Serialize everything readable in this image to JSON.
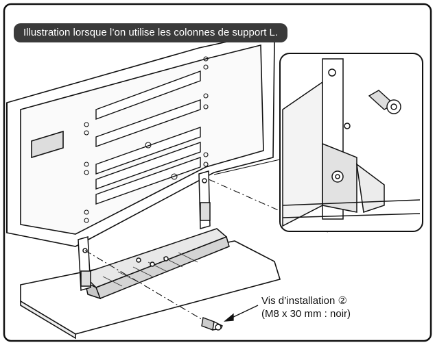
{
  "title": "Illustration lorsque l’on utilise les colonnes de support L.",
  "callout": {
    "line1": "Vis d’installation ②",
    "line2": "(M8 x 30 mm : noir)"
  }
}
